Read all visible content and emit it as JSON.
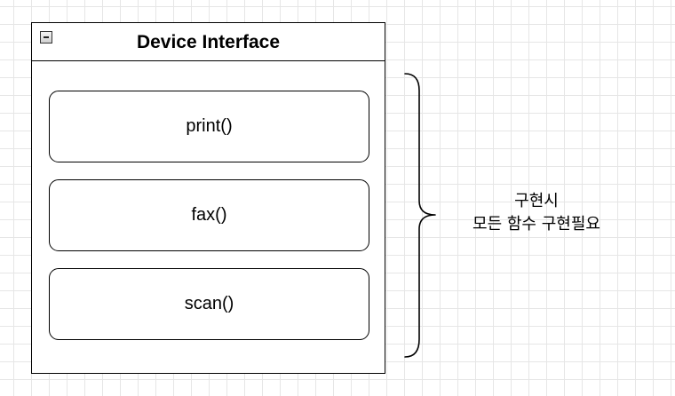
{
  "container": {
    "title": "Device Interface",
    "collapse_icon": "minus-box-icon"
  },
  "methods": [
    {
      "label": "print()"
    },
    {
      "label": "fax()"
    },
    {
      "label": "scan()"
    }
  ],
  "note": {
    "lines": [
      "구현시",
      "모든 함수 구현필요"
    ]
  },
  "colors": {
    "stroke": "#000000",
    "grid": "#e6e6e6",
    "background": "#ffffff"
  }
}
